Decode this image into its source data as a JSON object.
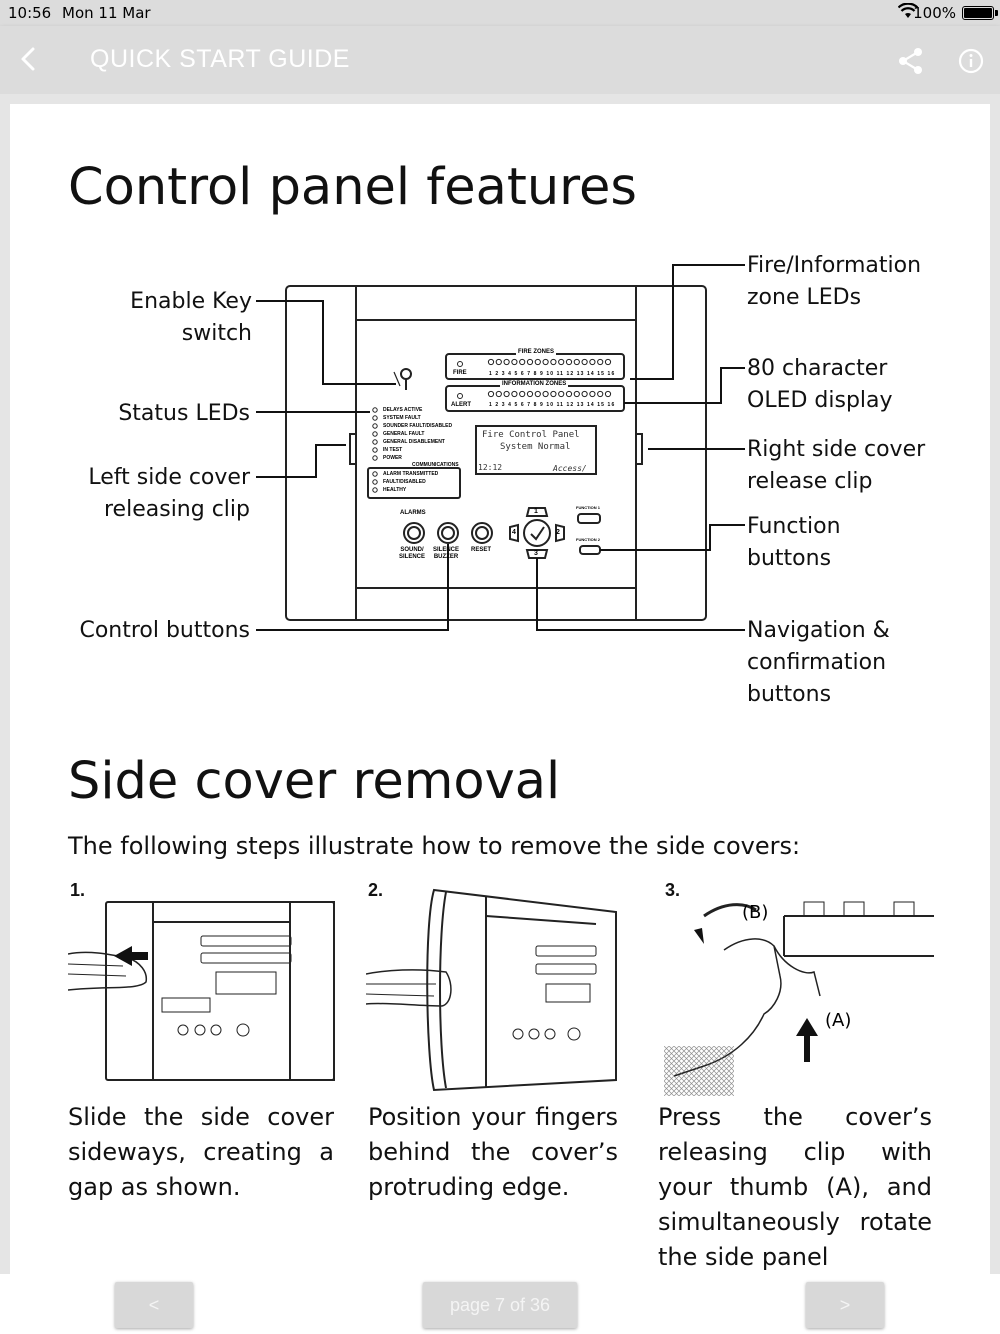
{
  "status_bar": {
    "time": "10:56",
    "date": "Mon 11 Mar",
    "battery": "100%"
  },
  "nav": {
    "title": "QUICK START GUIDE"
  },
  "section1": {
    "title": "Control panel features",
    "labels": {
      "enable_key": "Enable Key\nswitch",
      "status_leds": "Status LEDs",
      "left_clip": "Left side cover\nreleasing clip",
      "control_buttons": "Control buttons",
      "zone_leds": "Fire/Information\nzone LEDs",
      "oled": "80 character\nOLED display",
      "right_clip": "Right side cover\nrelease clip",
      "function_buttons": "Function\nbuttons",
      "navigation": "Navigation &\nconfirmation\nbuttons"
    },
    "panel": {
      "fire_zones": "FIRE ZONES",
      "info_zones": "INFORMATION ZONES",
      "fire": "FIRE",
      "alert": "ALERT",
      "zone_numbers": "1 2 3 4 5 6 7 8 9 10 11 12 13 14 15 16",
      "status_items": [
        "DELAYS ACTIVE",
        "SYSTEM FAULT",
        "SOUNDER FAULT/DISABLED",
        "GENERAL FAULT",
        "GENERAL DISABLEMENT",
        "IN TEST",
        "POWER"
      ],
      "comms_title": "COMMUNICATIONS",
      "comms_items": [
        "ALARM TRANSMITTED",
        "FAULT/DISABLED",
        "HEALTHY"
      ],
      "display_line1": "Fire Control Panel",
      "display_line2": "System Normal",
      "display_time": "12:12",
      "display_access": "Access/",
      "alarms": "ALARMS",
      "sound_silence": "SOUND/\nSILENCE",
      "silence_buzzer": "SILENCE\nBUZZER",
      "reset": "RESET",
      "function1": "FUNCTION 1",
      "function2": "FUNCTION 2",
      "nav_keys": [
        "1",
        "2",
        "3",
        "4"
      ]
    }
  },
  "section2": {
    "title": "Side cover removal",
    "intro": "The following steps illustrate how to remove the side covers:",
    "steps": [
      {
        "num": "1.",
        "text": "Slide the side cover sideways, creating a gap as shown."
      },
      {
        "num": "2.",
        "text": "Position your fingers behind the cover’s protruding edge."
      },
      {
        "num": "3.",
        "text": "Press the cover’s releasing clip with your thumb (A), and simultaneously rotate the side panel"
      }
    ],
    "step3_labels": {
      "a": "(A)",
      "b": "(B)"
    }
  },
  "pager": {
    "prev": "<",
    "page": "page 7 of 36",
    "next": ">"
  },
  "colors": {
    "bar_bg": "#dcdcdc",
    "page_bg": "#e5e5e5",
    "button_bg": "#d8d8d8"
  }
}
